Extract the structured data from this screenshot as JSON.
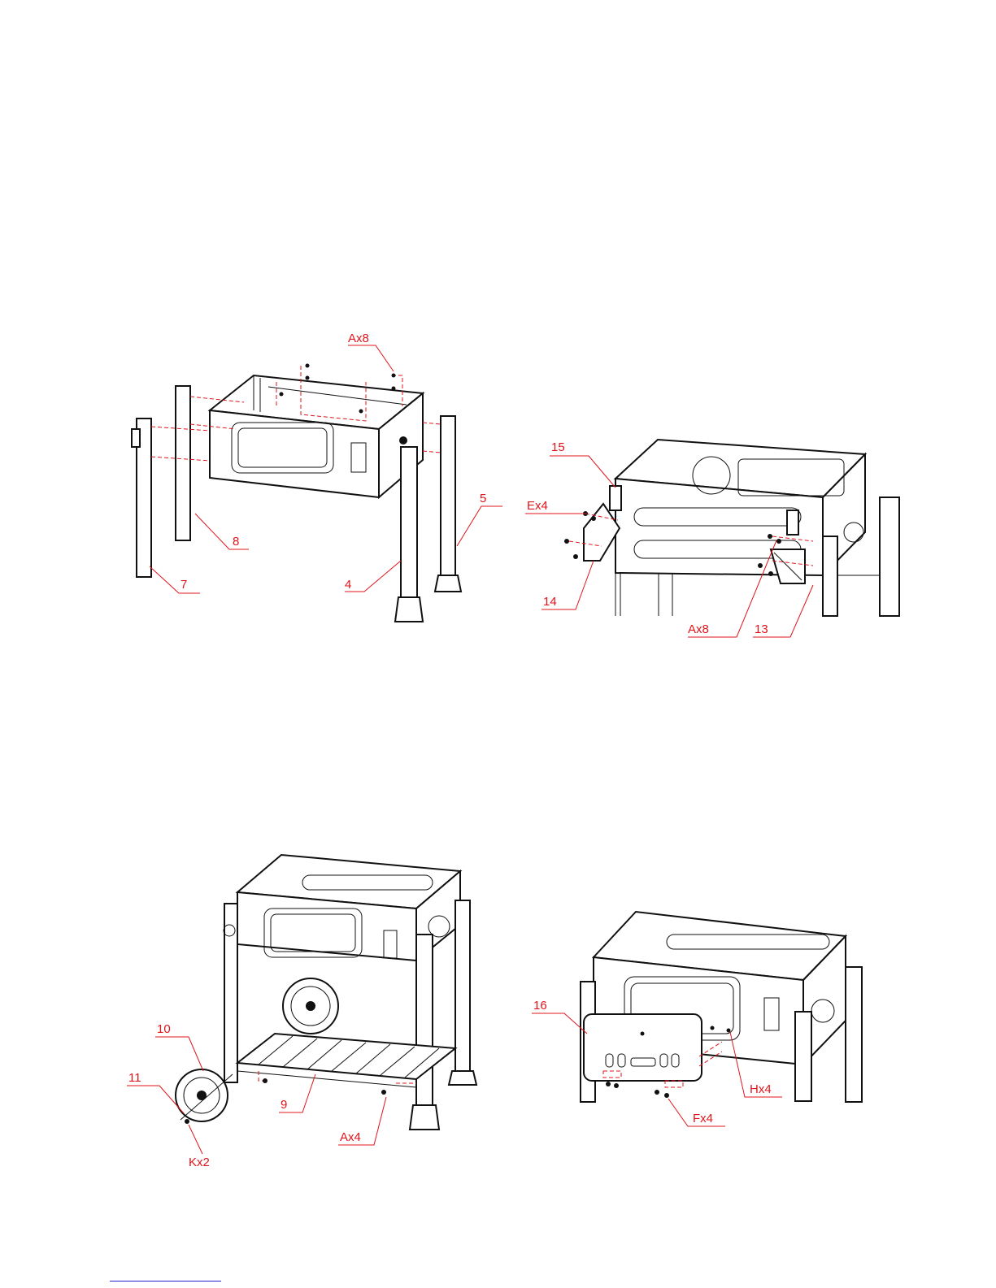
{
  "colors": {
    "callout": "#e1141b",
    "line_art": "#111111",
    "footer_rule": "#2222cc"
  },
  "steps": [
    {
      "callouts": {
        "screws": "Ax8",
        "leg_4": "4",
        "leg_5": "5",
        "leg_7": "7",
        "leg_8": "8"
      }
    },
    {
      "callouts": {
        "hook": "15",
        "bolts": "Ex4",
        "left_bracket": "14",
        "screws": "Ax8",
        "right_bracket": "13"
      }
    },
    {
      "callouts": {
        "wheel": "10",
        "axle": "11",
        "shelf": "9",
        "screws": "Ax4",
        "pins": "Kx2"
      }
    },
    {
      "callouts": {
        "front_panel": "16",
        "screws": "Hx4",
        "nuts": "Fx4"
      }
    }
  ]
}
